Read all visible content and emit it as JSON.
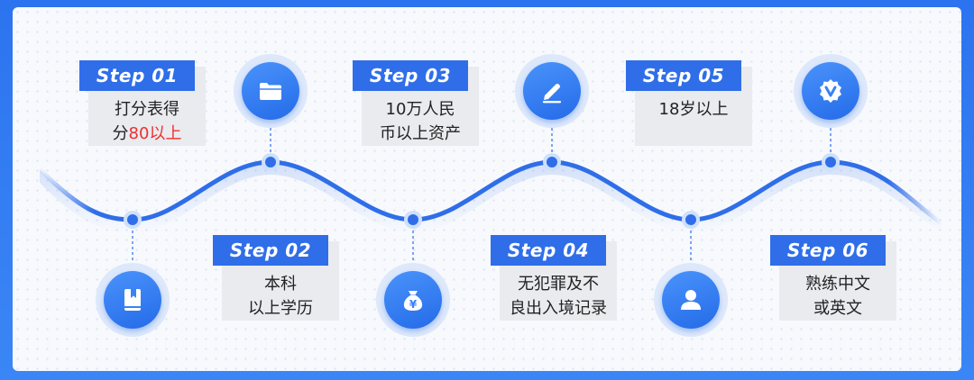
{
  "steps": [
    {
      "tag": "Step 01",
      "line1": "打分表得",
      "line2_prefix": "分",
      "line2_highlight": "80以上",
      "icon": "book-icon"
    },
    {
      "tag": "Step 02",
      "line1": "本科",
      "line2": "以上学历",
      "icon": "folder-icon"
    },
    {
      "tag": "Step 03",
      "line1": "10万人民",
      "line2": "币以上资产",
      "icon": "money-bag-icon"
    },
    {
      "tag": "Step 04",
      "line1": "无犯罪及不",
      "line2": "良出入境记录",
      "icon": "pen-icon"
    },
    {
      "tag": "Step 05",
      "line1": "18岁以上",
      "line2": "",
      "icon": "person-icon"
    },
    {
      "tag": "Step 06",
      "line1": "熟练中文",
      "line2": "或英文",
      "icon": "verified-badge-icon"
    }
  ],
  "colors": {
    "accent": "#2f6ee8",
    "highlight": "#ee2f2f",
    "box": "#e9ebef"
  }
}
